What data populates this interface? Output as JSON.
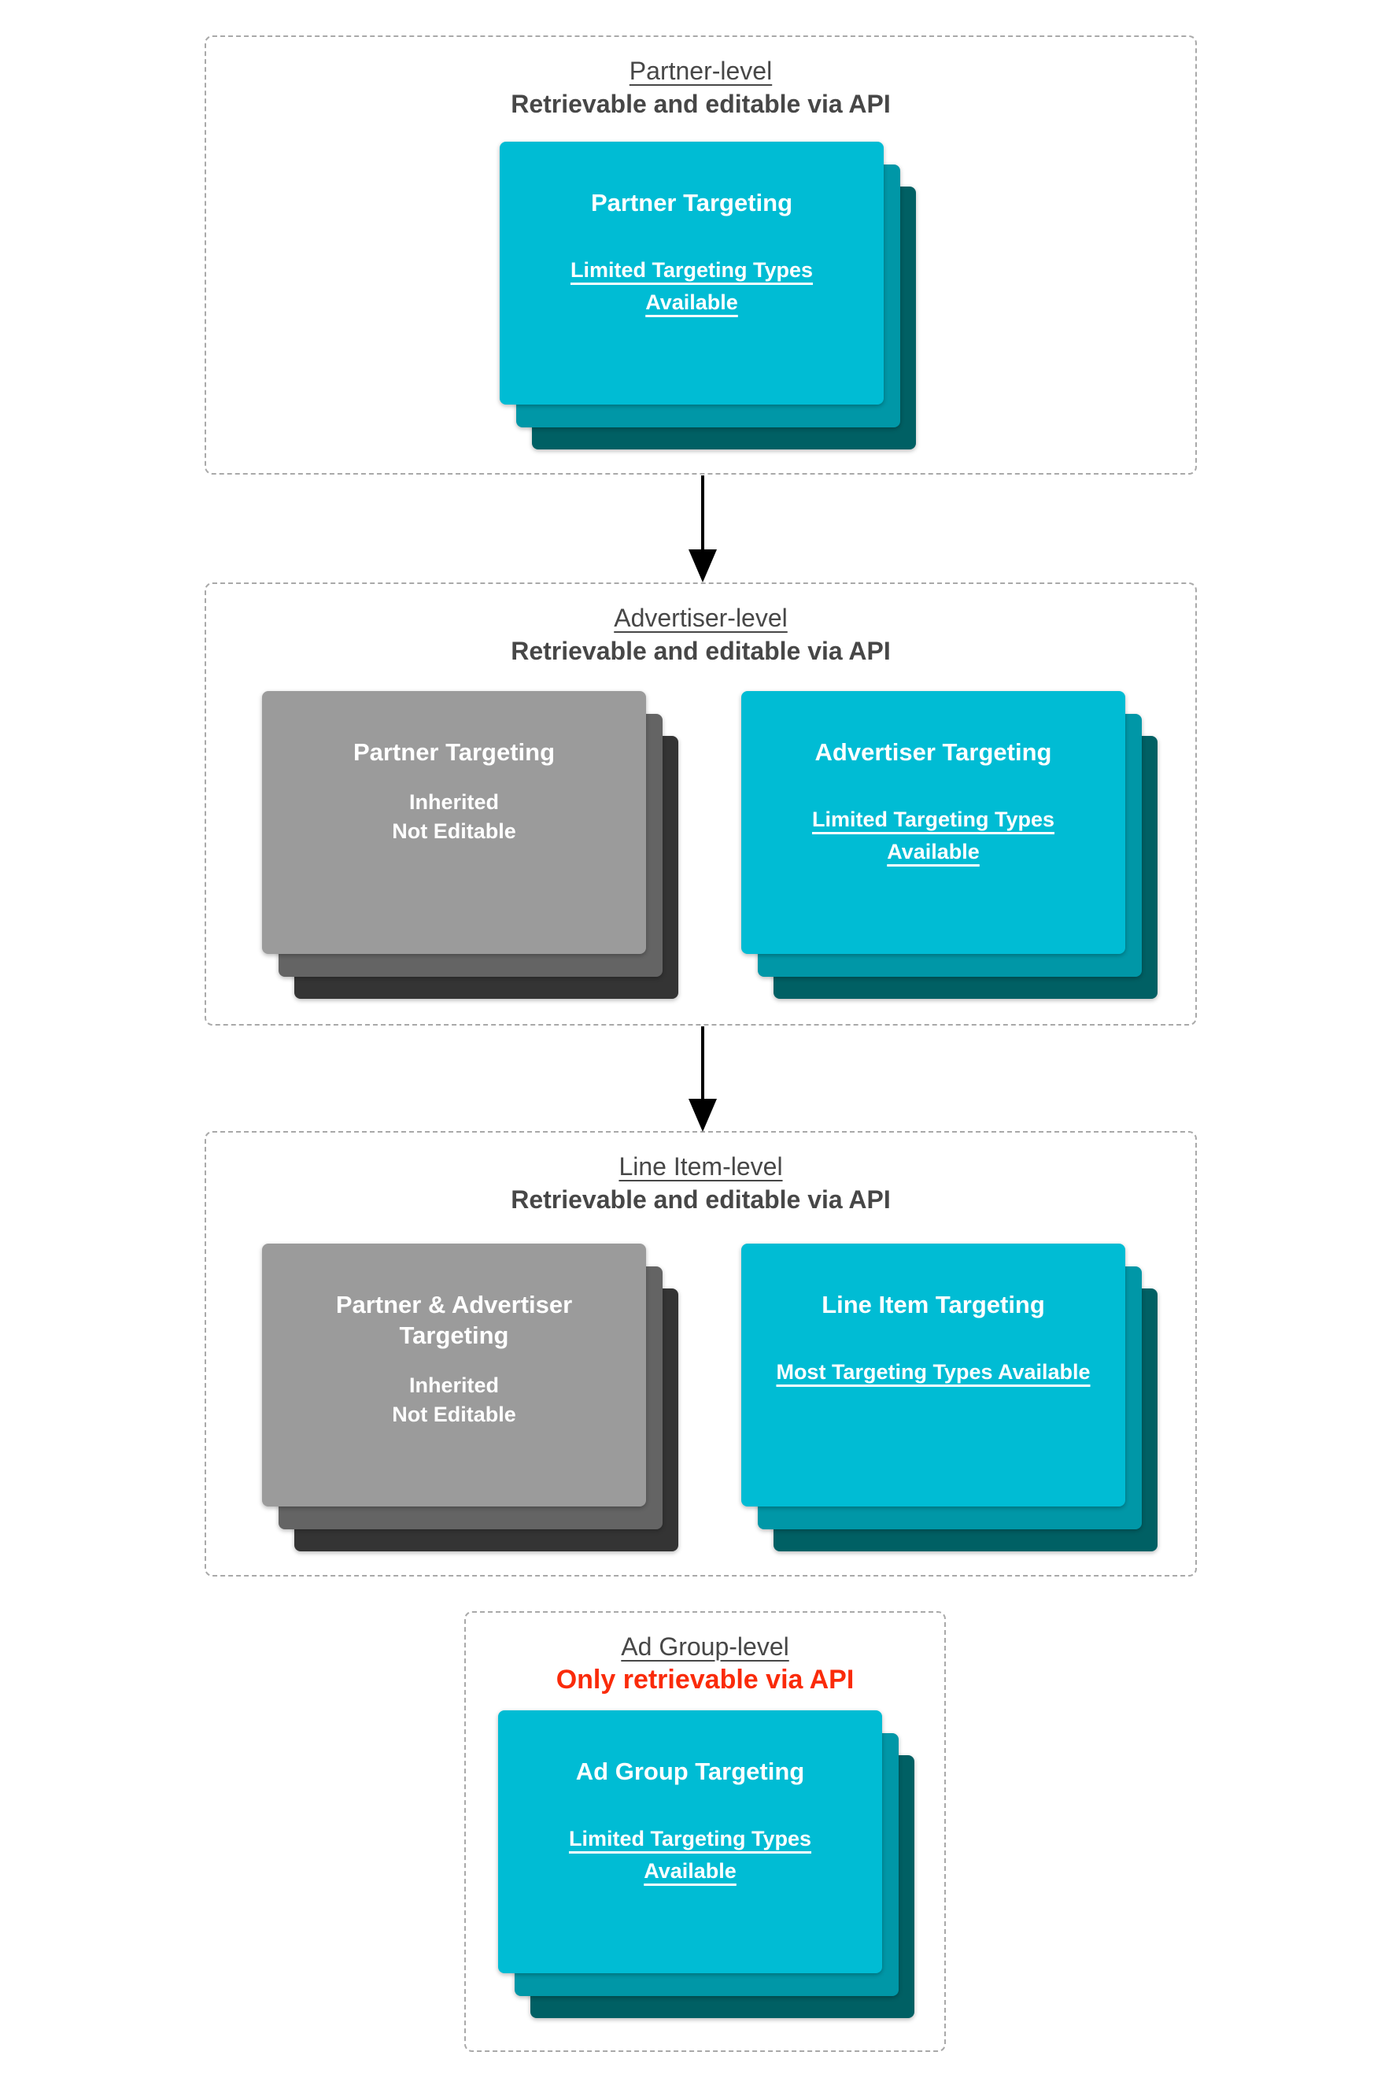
{
  "colors": {
    "teal_card": "#00bcd4",
    "teal_card_middle_layer": "#0097a7",
    "teal_card_back_layer": "#006064",
    "gray_card": "#9b9b9b",
    "gray_card_middle_layer": "#646464",
    "gray_card_back_layer": "#343434",
    "heading_text": "#474747",
    "alert_red_text": "#fa2b0a",
    "dashed_border": "#a9a9a9",
    "card_text": "#ffffff",
    "arrow": "#000000"
  },
  "sections": [
    {
      "title": "Partner-level",
      "subtitle": "Retrievable and editable via API",
      "cards": [
        {
          "style": "teal",
          "title": "Partner Targeting",
          "note": "Limited Targeting Types Available"
        }
      ]
    },
    {
      "title": "Advertiser-level",
      "subtitle": "Retrievable and editable via API",
      "cards": [
        {
          "style": "gray",
          "title": "Partner Targeting",
          "note_lines": [
            "Inherited",
            "Not Editable"
          ]
        },
        {
          "style": "teal",
          "title": "Advertiser Targeting",
          "note": "Limited Targeting Types Available"
        }
      ]
    },
    {
      "title": "Line Item-level",
      "subtitle": "Retrievable and editable via API",
      "cards": [
        {
          "style": "gray",
          "title": "Partner & Advertiser Targeting",
          "note_lines": [
            "Inherited",
            "Not Editable"
          ]
        },
        {
          "style": "teal",
          "title": "Line Item Targeting",
          "note": "Most Targeting Types Available"
        }
      ]
    },
    {
      "title": "Ad Group-level",
      "subtitle": "Only retrievable via API",
      "cards": [
        {
          "style": "teal",
          "title": "Ad Group Targeting",
          "note": "Limited Targeting Types Available"
        }
      ]
    }
  ]
}
